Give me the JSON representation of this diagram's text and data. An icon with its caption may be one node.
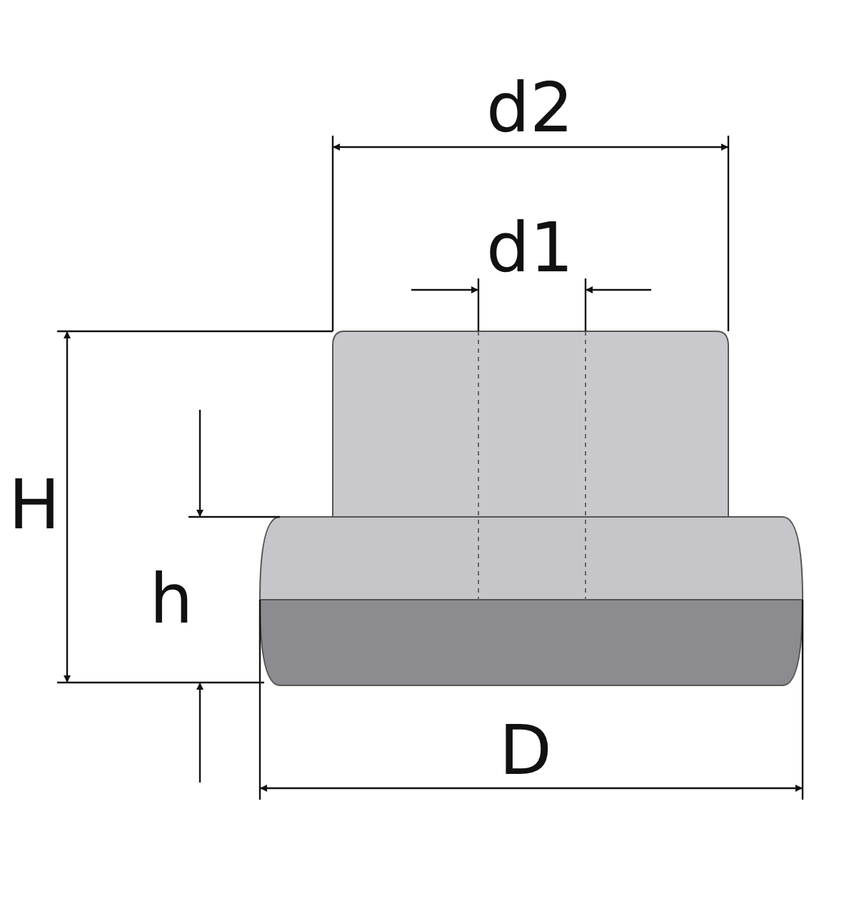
{
  "diagram": {
    "labels": [
      "d2",
      "d1",
      "H",
      "h",
      "D"
    ]
  }
}
